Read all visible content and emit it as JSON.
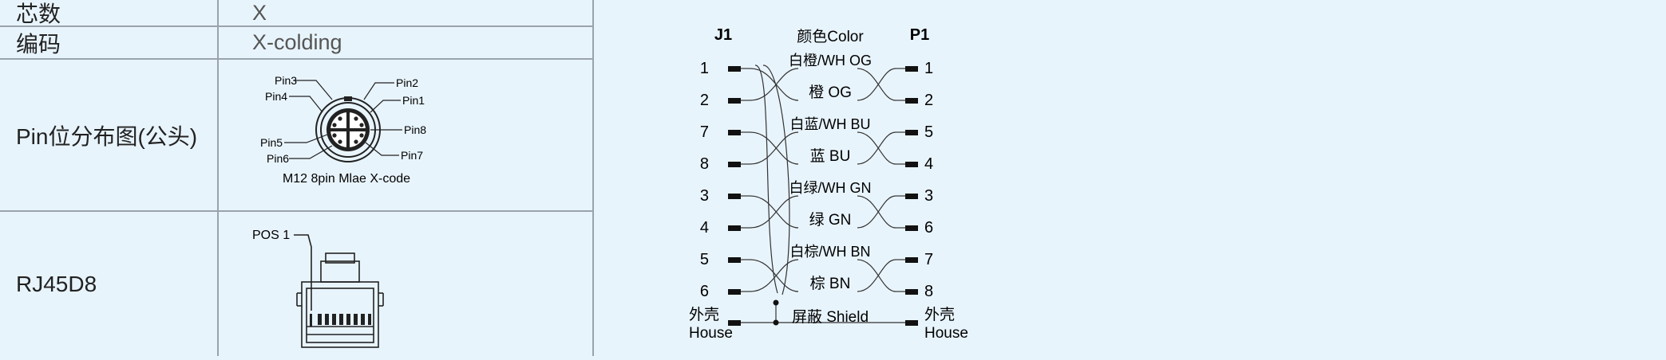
{
  "spec_table": {
    "rows": [
      {
        "label": "芯数",
        "value": "X"
      },
      {
        "label": "编码",
        "value": "X-colding"
      },
      {
        "label": "Pin位分布图(公头)"
      },
      {
        "label": "RJ45D8"
      }
    ]
  },
  "connector": {
    "pins_left": [
      "Pin3",
      "Pin4",
      "Pin5",
      "Pin6"
    ],
    "pins_right": [
      "Pin2",
      "Pin1",
      "Pin8",
      "Pin7"
    ],
    "caption": "M12 8pin Mlae X-code"
  },
  "rj45": {
    "pos_label": "POS 1"
  },
  "wiring": {
    "header_left": "J1",
    "header_mid": "颜色Color",
    "header_right": "P1",
    "rows": [
      {
        "j1": "1",
        "color": "白橙/WH OG",
        "p1": "1"
      },
      {
        "j1": "2",
        "color": "橙 OG",
        "p1": "2"
      },
      {
        "j1": "7",
        "color": "白蓝/WH BU",
        "p1": "5"
      },
      {
        "j1": "8",
        "color": "蓝 BU",
        "p1": "4"
      },
      {
        "j1": "3",
        "color": "白绿/WH GN",
        "p1": "3"
      },
      {
        "j1": "4",
        "color": "绿 GN",
        "p1": "6"
      },
      {
        "j1": "5",
        "color": "白棕/WH BN",
        "p1": "7"
      },
      {
        "j1": "6",
        "color": "棕 BN",
        "p1": "8"
      }
    ],
    "shield": {
      "left_cn": "外壳",
      "left_en": "House",
      "color": "屏蔽 Shield",
      "right_cn": "外壳",
      "right_en": "House"
    },
    "line_color": "#333333"
  }
}
